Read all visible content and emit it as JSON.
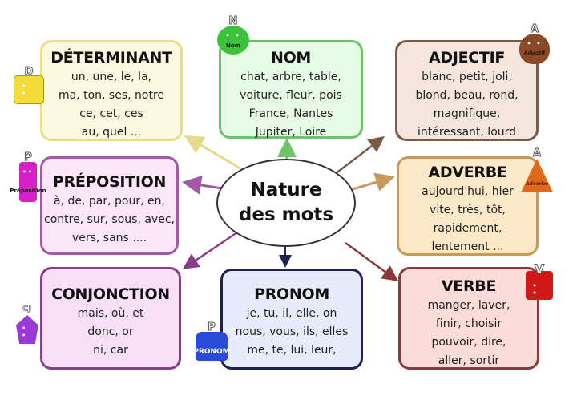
{
  "center": {
    "line1": "Nature",
    "line2": "des mots"
  },
  "boxes": {
    "determinant": {
      "title": "DÉTERMINANT",
      "lines": [
        "un, une, le, la,",
        "ma, ton, ses, notre",
        "ce, cet, ces",
        "au, quel ..."
      ],
      "mascot_letter": "D"
    },
    "nom": {
      "title": "NOM",
      "lines": [
        "chat, arbre, table,",
        "voiture, fleur, pois",
        "France, Nantes",
        "Jupiter, Loire"
      ],
      "mascot_letter": "N",
      "mascot_label": "Nom"
    },
    "adjectif": {
      "title": "ADJECTIF",
      "lines": [
        "blanc, petit, joli,",
        "blond, beau, rond,",
        "magnifique,",
        "intéressant, lourd"
      ],
      "mascot_letter": "A",
      "mascot_label": "Adjectif"
    },
    "preposition": {
      "title": "PRÉPOSITION",
      "lines": [
        "à, de, par, pour, en,",
        "contre, sur, sous, avec,",
        "vers, sans ...."
      ],
      "mascot_letter": "P",
      "mascot_label": "Préposition"
    },
    "adverbe": {
      "title": "ADVERBE",
      "lines": [
        "aujourd'hui, hier",
        "vite, très, tôt,",
        "rapidement,",
        "lentement ..."
      ],
      "mascot_letter": "A",
      "mascot_label": "Adverbe"
    },
    "conjonction": {
      "title": "CONJONCTION",
      "lines": [
        "mais, où, et",
        "donc, or",
        "ni, car"
      ],
      "mascot_letter": "CJ"
    },
    "pronom": {
      "title": "PRONOM",
      "lines": [
        "je, tu, il, elle, on",
        "nous, vous, ils, elles",
        "me, te, lui, leur,"
      ],
      "mascot_letter": "P",
      "mascot_label": "PRONOM"
    },
    "verbe": {
      "title": "VERBE",
      "lines": [
        "manger, laver,",
        "finir, choisir",
        "pouvoir, dire,",
        "aller, sortir"
      ],
      "mascot_letter": "V"
    }
  },
  "colors": {
    "determinant": "#e6d98a",
    "nom": "#6cc46a",
    "adjectif": "#7a5a48",
    "preposition": "#a25aa8",
    "adverbe": "#c79a5c",
    "conjonction": "#8a3e8a",
    "pronom": "#1e2350",
    "verbe": "#8a3a3a"
  }
}
